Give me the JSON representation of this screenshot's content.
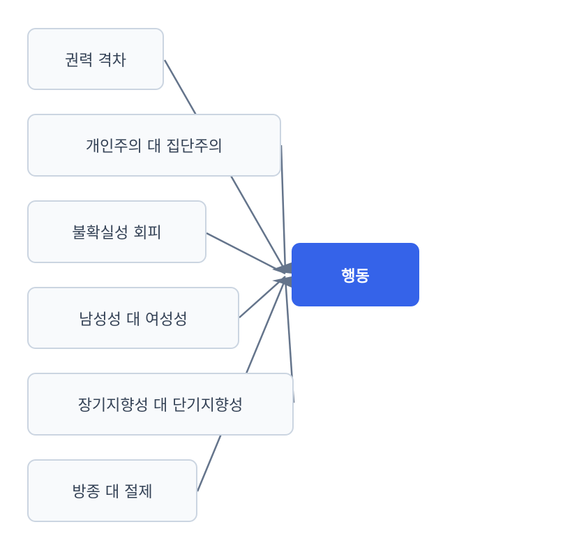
{
  "diagram": {
    "sources": [
      {
        "id": "power-distance",
        "label": "권력 격차"
      },
      {
        "id": "individualism",
        "label": "개인주의 대 집단주의"
      },
      {
        "id": "uncertainty",
        "label": "불확실성 회피"
      },
      {
        "id": "masculinity",
        "label": "남성성 대 여성성"
      },
      {
        "id": "long-term",
        "label": "장기지향성 대 단기지향성"
      },
      {
        "id": "indulgence",
        "label": "방종 대 절제"
      }
    ],
    "target": {
      "id": "behavior",
      "label": "행동"
    },
    "edges": [
      {
        "from": "power-distance",
        "to": "behavior"
      },
      {
        "from": "individualism",
        "to": "behavior"
      },
      {
        "from": "uncertainty",
        "to": "behavior"
      },
      {
        "from": "masculinity",
        "to": "behavior"
      },
      {
        "from": "long-term",
        "to": "behavior"
      },
      {
        "from": "indulgence",
        "to": "behavior"
      }
    ]
  },
  "colors": {
    "node_fill": "#f8fafc",
    "node_border": "#cbd5e1",
    "node_text": "#334155",
    "target_fill": "#3563e9",
    "target_text": "#ffffff",
    "edge": "#64748b"
  }
}
